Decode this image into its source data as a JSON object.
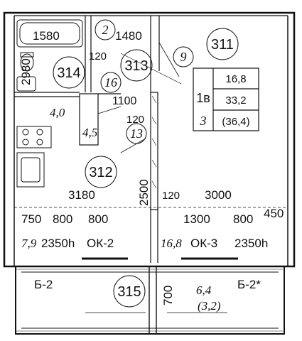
{
  "rooms": {
    "r311": "311",
    "r312": "312",
    "r313": "313",
    "r314": "314",
    "r315": "315"
  },
  "markers": {
    "m2": "2",
    "m9": "9",
    "m16": "16",
    "m13": "13"
  },
  "dims": {
    "d1580": "1580",
    "d1480": "1480",
    "d120a": "120",
    "d2980": "2980",
    "d1100": "1100",
    "d120b": "120",
    "d2500": "2500",
    "d3180": "3180",
    "d120c": "120",
    "d3000": "3000",
    "d750": "750",
    "d800a": "800",
    "d800b": "800",
    "d1300": "1300",
    "d800c": "800",
    "d450": "450",
    "d2350a": "2350h",
    "d2350b": "2350h",
    "d700": "700"
  },
  "areas": {
    "a40": "4,0",
    "a45": "4,5",
    "a79": "7,9",
    "a168": "16,8",
    "a64": "6,4",
    "a32": "(3,2)"
  },
  "windows": {
    "ok2": "ОК-2",
    "ok3": "ОК-3"
  },
  "balconies": {
    "b2": "Б-2",
    "b2s": "Б-2*"
  },
  "apartment_table": {
    "type": "1в",
    "rooms_count": "3",
    "living_area": "16,8",
    "total_area": "33,2",
    "total_with_balcony": "(36,4)"
  }
}
